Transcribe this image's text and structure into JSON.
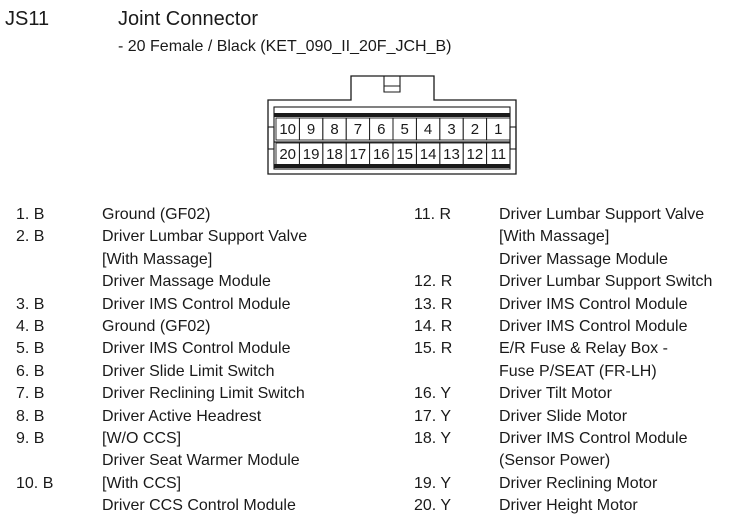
{
  "header": {
    "code": "JS11",
    "title": "Joint Connector",
    "subtitle": "- 20 Female / Black (KET_090_II_20F_JCH_B)"
  },
  "connector": {
    "top_row": [
      "10",
      "9",
      "8",
      "7",
      "6",
      "5",
      "4",
      "3",
      "2",
      "1"
    ],
    "bottom_row": [
      "20",
      "19",
      "18",
      "17",
      "16",
      "15",
      "14",
      "13",
      "12",
      "11"
    ]
  },
  "left_list": [
    {
      "pin": "1. B",
      "lines": [
        "Ground (GF02)"
      ]
    },
    {
      "pin": "2. B",
      "lines": [
        "Driver Lumbar Support Valve",
        "[With Massage]",
        "Driver Massage Module"
      ]
    },
    {
      "pin": "3. B",
      "lines": [
        "Driver IMS Control Module"
      ]
    },
    {
      "pin": "4. B",
      "lines": [
        "Ground (GF02)"
      ]
    },
    {
      "pin": "5. B",
      "lines": [
        "Driver IMS Control Module"
      ]
    },
    {
      "pin": "6. B",
      "lines": [
        "Driver Slide Limit Switch"
      ]
    },
    {
      "pin": "7. B",
      "lines": [
        "Driver Reclining Limit Switch"
      ]
    },
    {
      "pin": "8. B",
      "lines": [
        "Driver Active Headrest"
      ]
    },
    {
      "pin": "9. B",
      "lines": [
        "[W/O CCS]",
        "Driver Seat Warmer Module"
      ]
    },
    {
      "pin": "10. B",
      "lines": [
        "[With CCS]",
        "Driver CCS Control Module"
      ]
    }
  ],
  "right_list": [
    {
      "pin": "11. R",
      "lines": [
        "Driver Lumbar Support Valve",
        "[With Massage]",
        "Driver Massage Module"
      ]
    },
    {
      "pin": "12. R",
      "lines": [
        "Driver Lumbar Support Switch"
      ]
    },
    {
      "pin": "13. R",
      "lines": [
        "Driver IMS Control Module"
      ]
    },
    {
      "pin": "14. R",
      "lines": [
        "Driver IMS Control Module"
      ]
    },
    {
      "pin": "15. R",
      "lines": [
        "E/R Fuse & Relay Box -",
        "Fuse P/SEAT (FR-LH)"
      ]
    },
    {
      "pin": "16. Y",
      "lines": [
        "Driver Tilt Motor"
      ]
    },
    {
      "pin": "17. Y",
      "lines": [
        "Driver Slide Motor"
      ]
    },
    {
      "pin": "18. Y",
      "lines": [
        "Driver IMS Control Module",
        "(Sensor Power)"
      ]
    },
    {
      "pin": "19. Y",
      "lines": [
        "Driver Reclining Motor"
      ]
    },
    {
      "pin": "20. Y",
      "lines": [
        "Driver Height Motor"
      ]
    }
  ]
}
